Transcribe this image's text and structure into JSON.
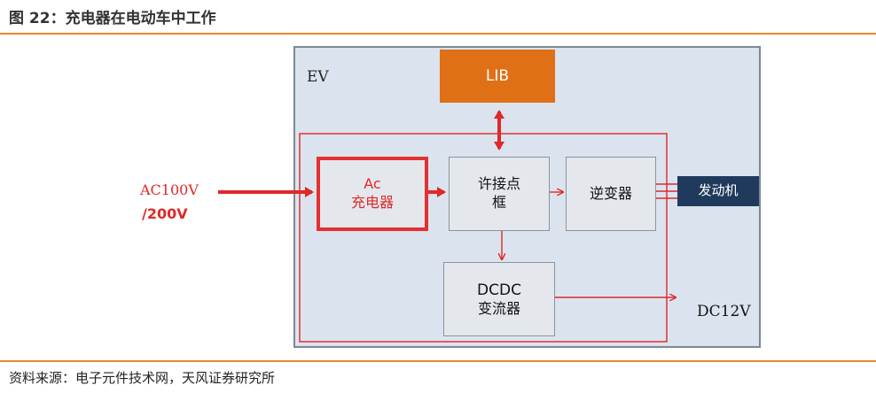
{
  "header": {
    "title": "图 22：充电器在电动车中工作"
  },
  "footer": {
    "source": "资料来源：电子元件技术网，天风证券研究所"
  },
  "diagram": {
    "panel_label": "EV",
    "lib": "LIB",
    "charger": [
      "Ac",
      "充电器"
    ],
    "switch": [
      "许接点",
      "框"
    ],
    "inverter": "逆变器",
    "dcdc": [
      "DCDC",
      "变流器"
    ],
    "motor": "发动机",
    "input": [
      "AC100V",
      "/200V"
    ],
    "output": "DC12V"
  },
  "colors": {
    "accent": "#e8892c",
    "red": "#e02828",
    "lib_orange": "#e07016",
    "motor_navy": "#1f3a5c",
    "panel_bg": "#dbe4ee"
  }
}
